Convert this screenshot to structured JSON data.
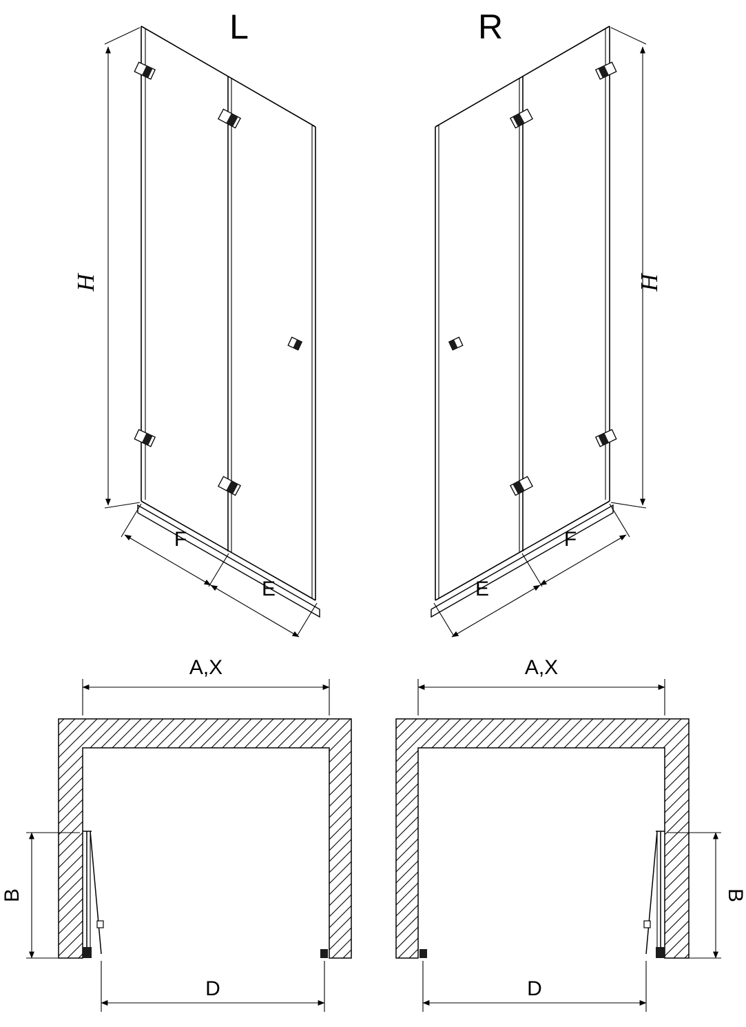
{
  "labels": {
    "left": "L",
    "right": "R",
    "height": "H",
    "panel_f": "F",
    "panel_e": "E",
    "width": "A,X",
    "fold_depth": "B",
    "opening": "D"
  },
  "colors": {
    "line": "#000000",
    "background": "#ffffff",
    "hinge_dark": "#1c1c1c"
  },
  "icons": {
    "wall_hatch": "diagonal-hatch-pattern",
    "dimension_arrow": "filled-arrowhead"
  }
}
